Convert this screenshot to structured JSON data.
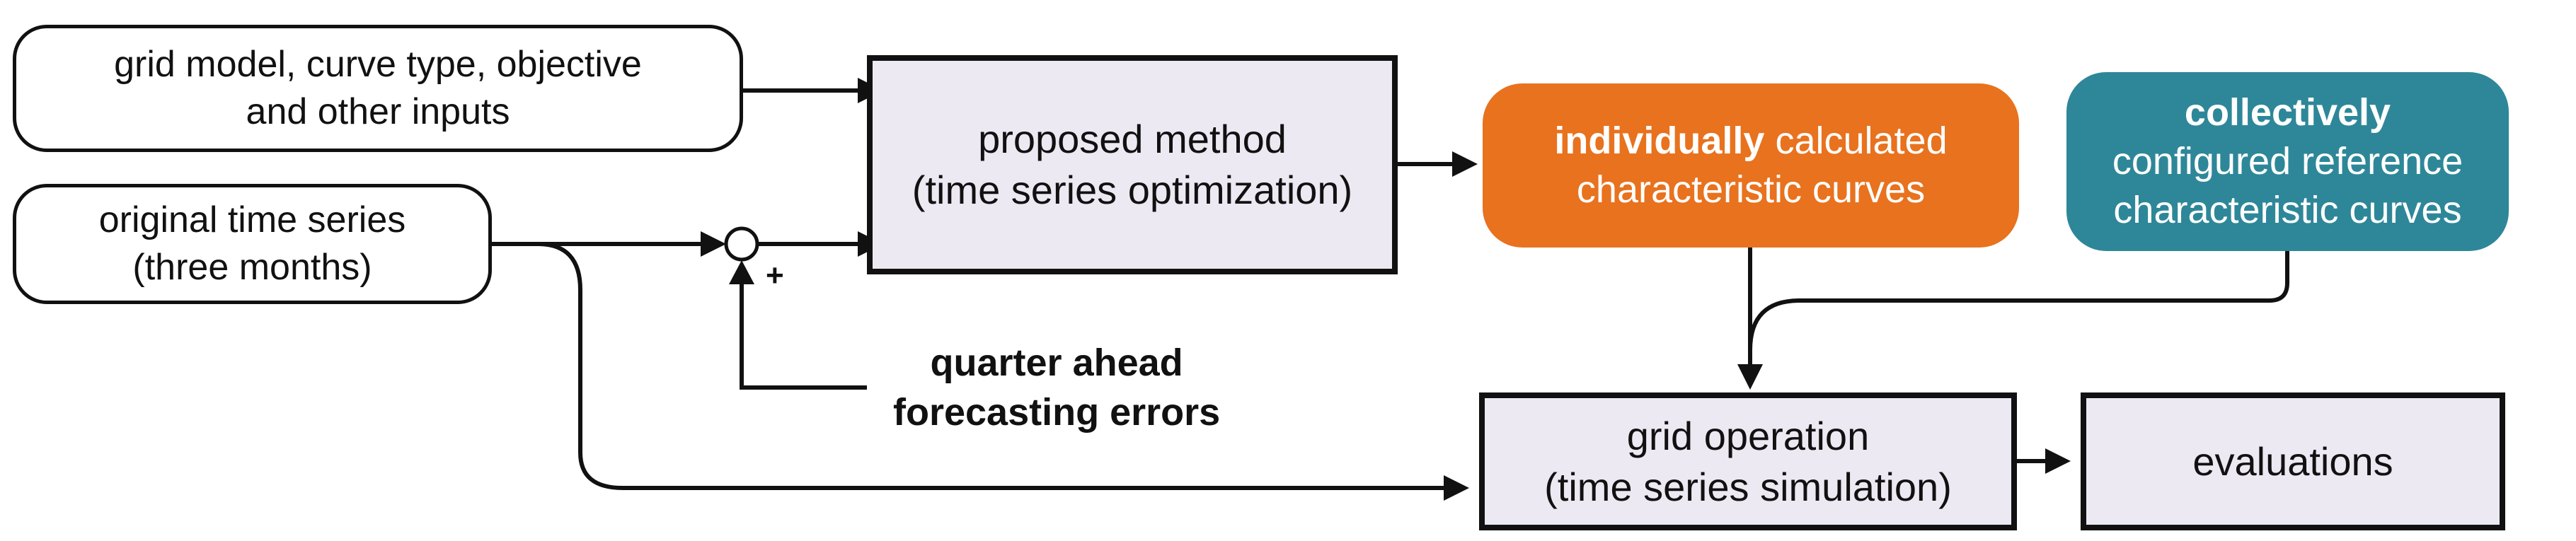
{
  "nodes": {
    "inputs": {
      "line1": "grid model, curve type, objective",
      "line2": "and other inputs"
    },
    "series": {
      "line1": "original time series",
      "line2": "(three months)"
    },
    "method": {
      "line1": "proposed method",
      "line2": "(time series optimization)"
    },
    "individual": {
      "bold": "individually",
      "rest": " calculated",
      "line2": "characteristic  curves"
    },
    "collective": {
      "bold": "collectively",
      "line2": "configured reference",
      "line3": "characteristic  curves"
    },
    "forecast": {
      "line1": "quarter ahead",
      "line2": "forecasting errors"
    },
    "operation": {
      "line1": "grid operation",
      "line2": "(time series simulation)"
    },
    "evaluations": {
      "line1": "evaluations"
    }
  },
  "sum_sign": "+",
  "colors": {
    "box_fill": "#ece9f3",
    "orange": "#e8721e",
    "teal": "#2e8799",
    "stroke": "#111111"
  }
}
